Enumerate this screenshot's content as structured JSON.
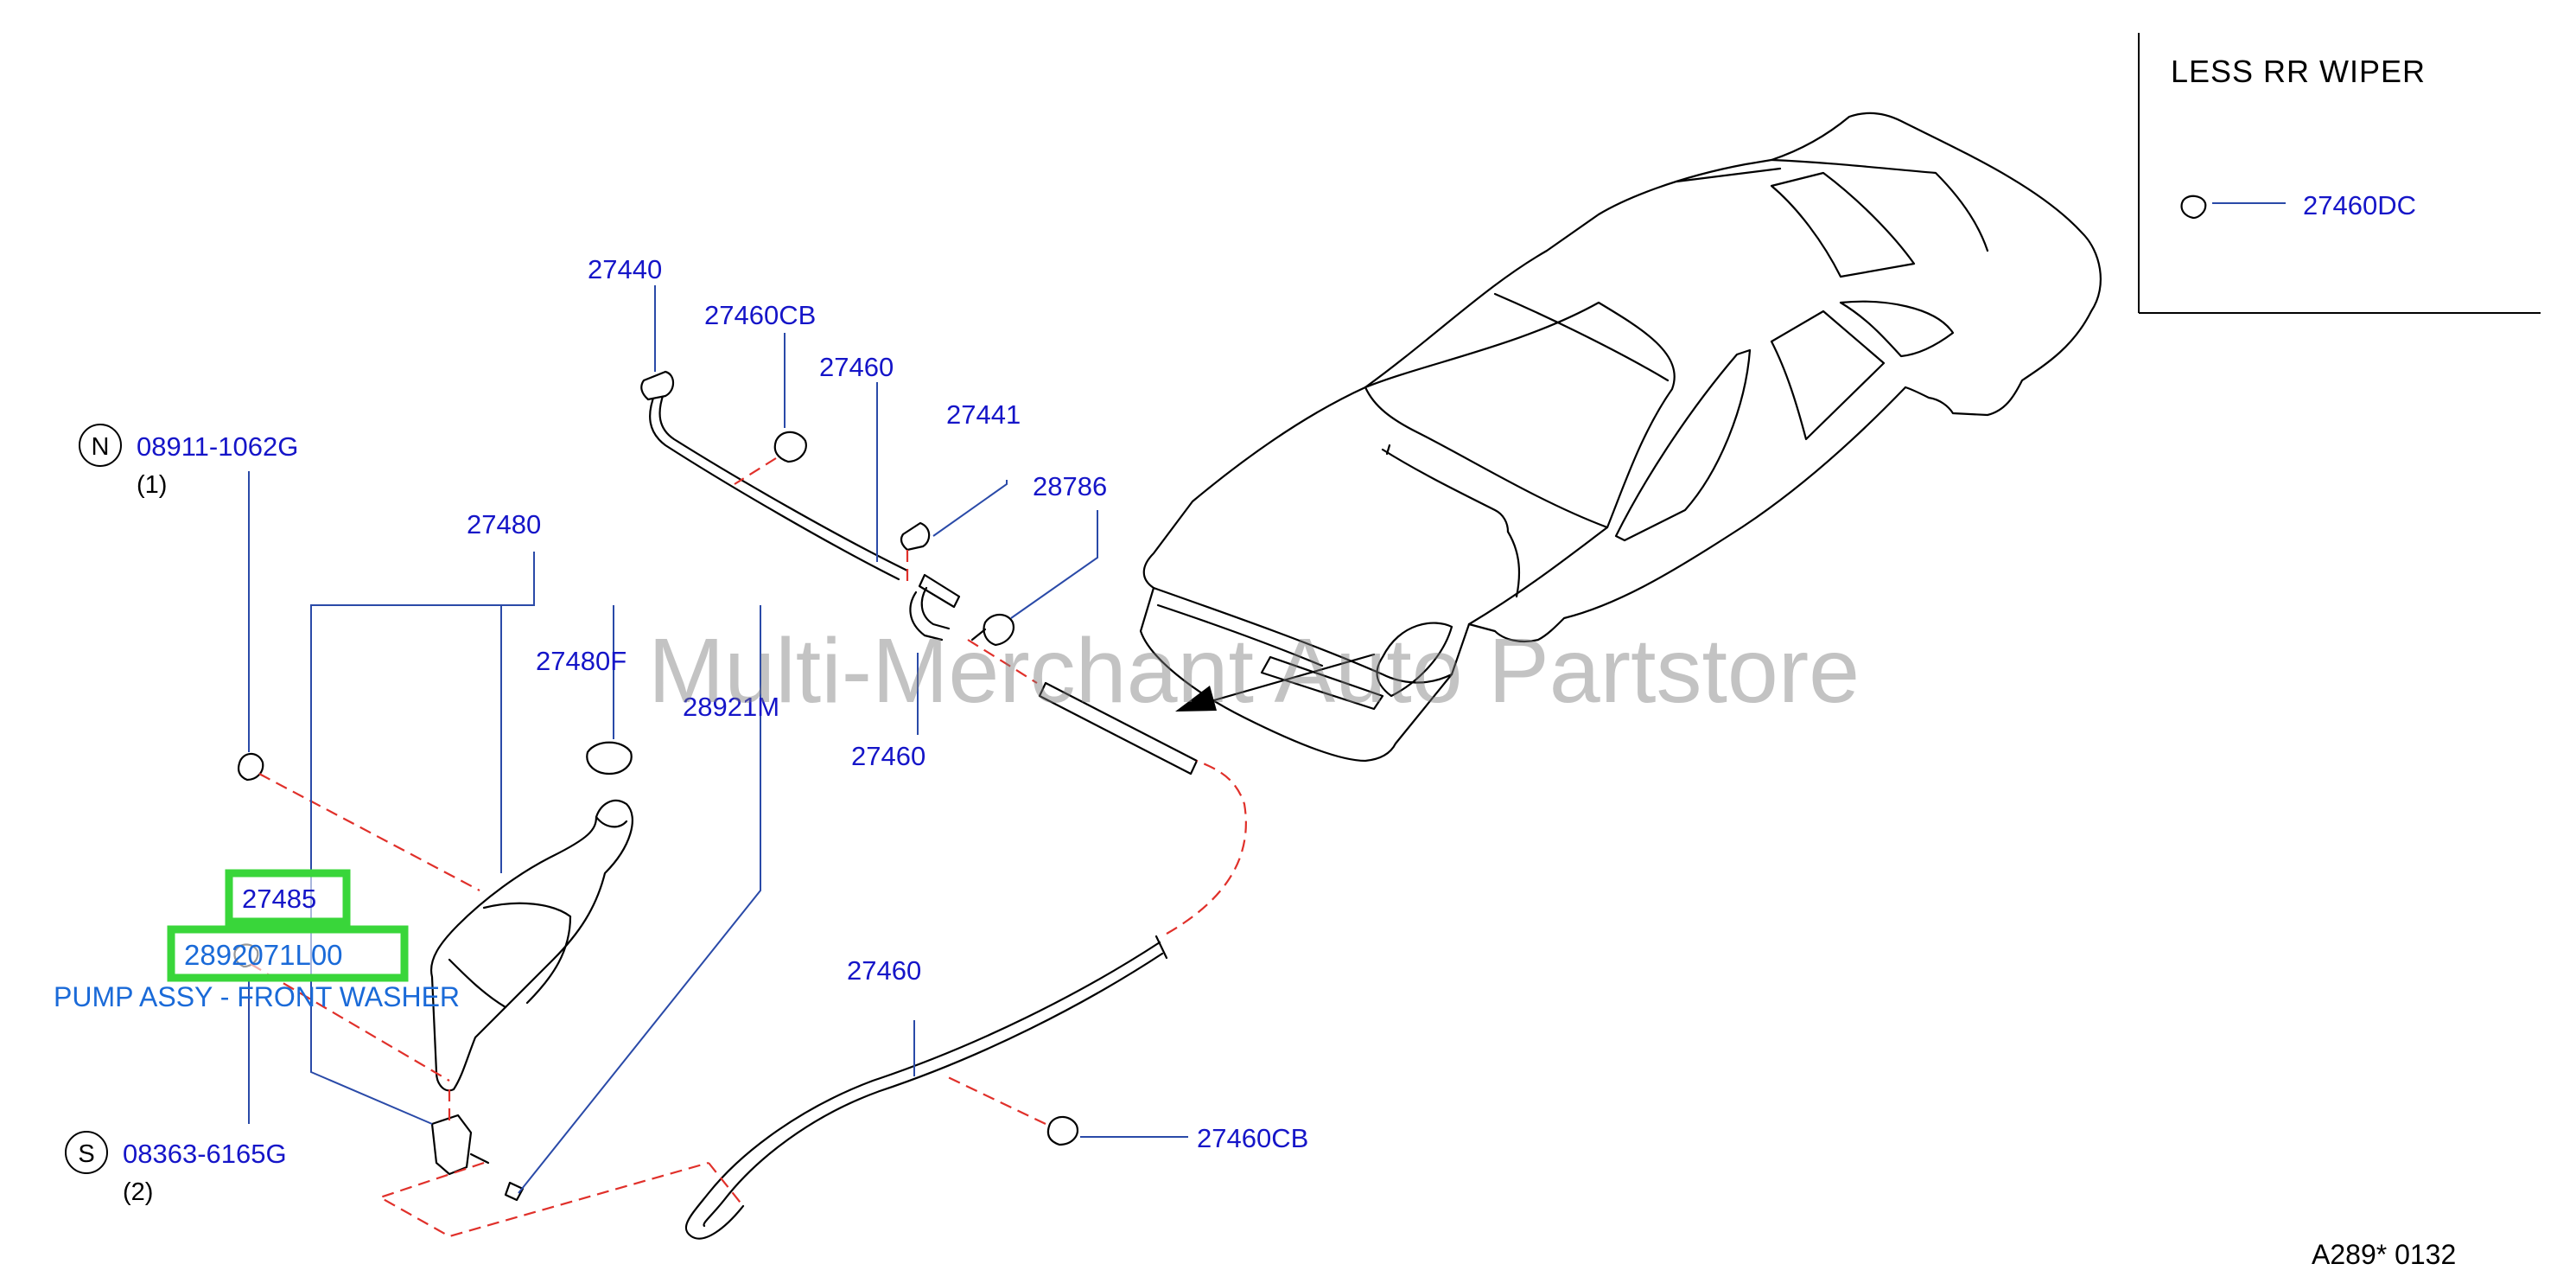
{
  "callouts": {
    "p27440": "27440",
    "p27460CB_top": "27460CB",
    "p27460_a": "27460",
    "p27441": "27441",
    "p28786": "28786",
    "p08911": "08911-1062G",
    "p08911_qty": "(1)",
    "p08911_mark": "N",
    "p27480": "27480",
    "p27480F": "27480F",
    "p28921M": "28921M",
    "p27460_b": "27460",
    "p27460_c": "27460",
    "p27460CB_bottom": "27460CB",
    "p08363": "08363-6165G",
    "p08363_qty": "(2)",
    "p08363_mark": "S"
  },
  "highlighted": {
    "p27485": "27485",
    "p28920": "2892071L00",
    "description": "PUMP ASSY - FRONT WASHER"
  },
  "legend": {
    "title": "LESS  RR  WIPER",
    "part": "27460DC"
  },
  "watermark": "Multi-Merchant Auto Partstore",
  "footer": "A289*  0132",
  "colors": {
    "callout_text": "#1515c8",
    "highlight_border": "#39d63a",
    "dashed_leader": "#e0302a"
  }
}
